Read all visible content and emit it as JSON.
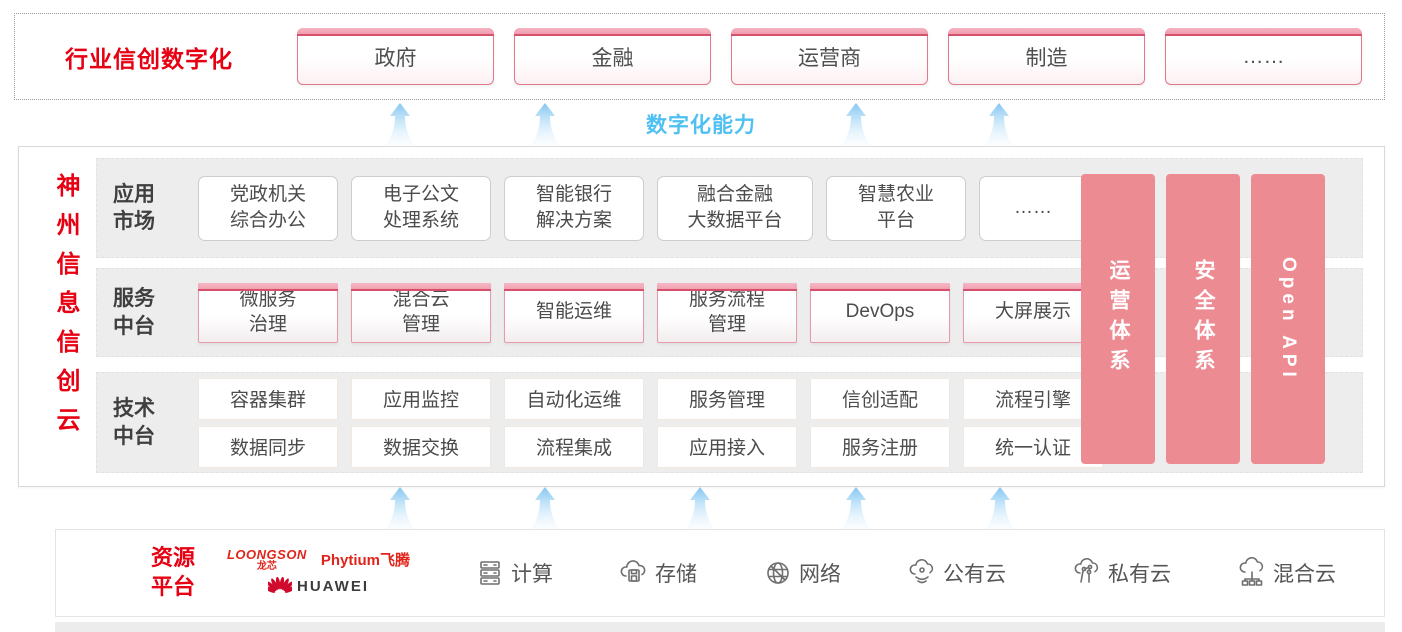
{
  "colors": {
    "accent_red": "#e60012",
    "pillar_pink": "#ed8b93",
    "capability_blue": "#4ec0f1"
  },
  "top": {
    "title": "行业信创数字化",
    "industries": [
      "政府",
      "金融",
      "运营商",
      "制造",
      "……"
    ]
  },
  "capability_label": "数字化能力",
  "platform": {
    "vertical_title": "神州信息信创云",
    "app_row": {
      "label": "应用\n市场",
      "items": [
        "党政机关\n综合办公",
        "电子公文\n处理系统",
        "智能银行\n解决方案",
        "融合金融\n大数据平台",
        "智慧农业\n平台",
        "……"
      ]
    },
    "service_row": {
      "label": "服务\n中台",
      "items": [
        "微服务\n治理",
        "混合云\n管理",
        "智能运维",
        "服务流程\n管理",
        "DevOps",
        "大屏展示"
      ]
    },
    "tech_row": {
      "label": "技术\n中台",
      "row1": [
        "容器集群",
        "应用监控",
        "自动化运维",
        "服务管理",
        "信创适配",
        "流程引擎"
      ],
      "row2": [
        "数据同步",
        "数据交换",
        "流程集成",
        "应用接入",
        "服务注册",
        "统一认证"
      ]
    },
    "pillars": [
      "运营体系",
      "安全体系",
      "Open API"
    ]
  },
  "resources": {
    "title": "资源\n平台",
    "vendors": {
      "loongson_en": "LOONGSON",
      "loongson_cn": "龙芯",
      "phytium": "Phytium飞腾",
      "huawei": "HUAWEI"
    },
    "items": [
      {
        "icon": "compute-icon",
        "label": "计算"
      },
      {
        "icon": "storage-icon",
        "label": "存储"
      },
      {
        "icon": "network-icon",
        "label": "网络"
      },
      {
        "icon": "public-cloud-icon",
        "label": "公有云"
      },
      {
        "icon": "private-cloud-icon",
        "label": "私有云"
      },
      {
        "icon": "hybrid-cloud-icon",
        "label": "混合云"
      }
    ]
  }
}
